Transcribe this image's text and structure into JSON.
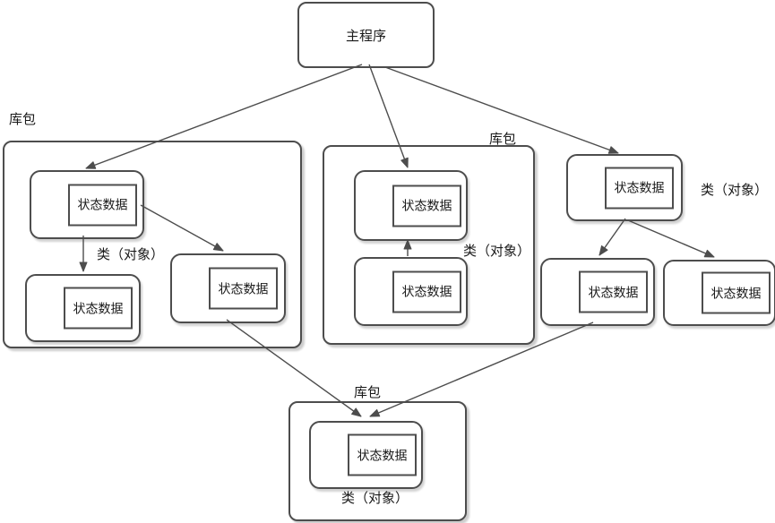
{
  "colors": {
    "line": "#4d4d4d",
    "node_fill": "#ffffff",
    "text": "#1a1a1a"
  },
  "diagram": {
    "main": {
      "label": "主程序"
    },
    "left_package": {
      "label": "库包",
      "class_label": "类（对象）",
      "classes": [
        {
          "state_label": "状态数据"
        },
        {
          "state_label": "状态数据"
        },
        {
          "state_label": "状态数据"
        }
      ]
    },
    "middle_package": {
      "label": "库包",
      "class_label": "类（对象）",
      "classes": [
        {
          "state_label": "状态数据"
        },
        {
          "state_label": "状态数据"
        }
      ]
    },
    "right_group": {
      "class_label": "类（对象）",
      "classes": [
        {
          "state_label": "状态数据"
        },
        {
          "state_label": "状态数据"
        },
        {
          "state_label": "状态数据"
        }
      ]
    },
    "bottom_package": {
      "label": "库包",
      "class_label": "类（对象）",
      "classes": [
        {
          "state_label": "状态数据"
        }
      ]
    }
  }
}
